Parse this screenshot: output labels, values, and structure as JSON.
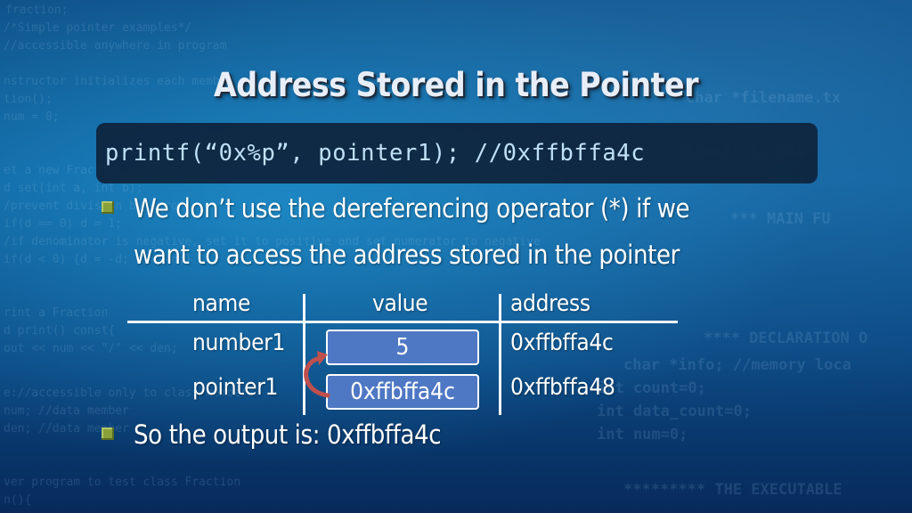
{
  "slide": {
    "title": "Address Stored in the Pointer",
    "code": "printf(“0x%p”, pointer1); //0xffbffa4c",
    "bullets": [
      "We don’t use the dereferencing operator (*) if we",
      "want to access the address stored in the pointer",
      "So the output is: 0xffbffa4c"
    ],
    "table": {
      "headers": [
        "name",
        "value",
        "address"
      ],
      "rows": [
        {
          "name": "number1",
          "value": "5",
          "address": "0xffbffa4c"
        },
        {
          "name": "pointer1",
          "value": "0xffbffa4c",
          "address": "0xffbffa48"
        }
      ]
    },
    "colors": {
      "value_box": "#4f78c4",
      "arrow": "#c0504d",
      "bullet": "#8aa03a",
      "code_box": "#0e243c"
    }
  }
}
